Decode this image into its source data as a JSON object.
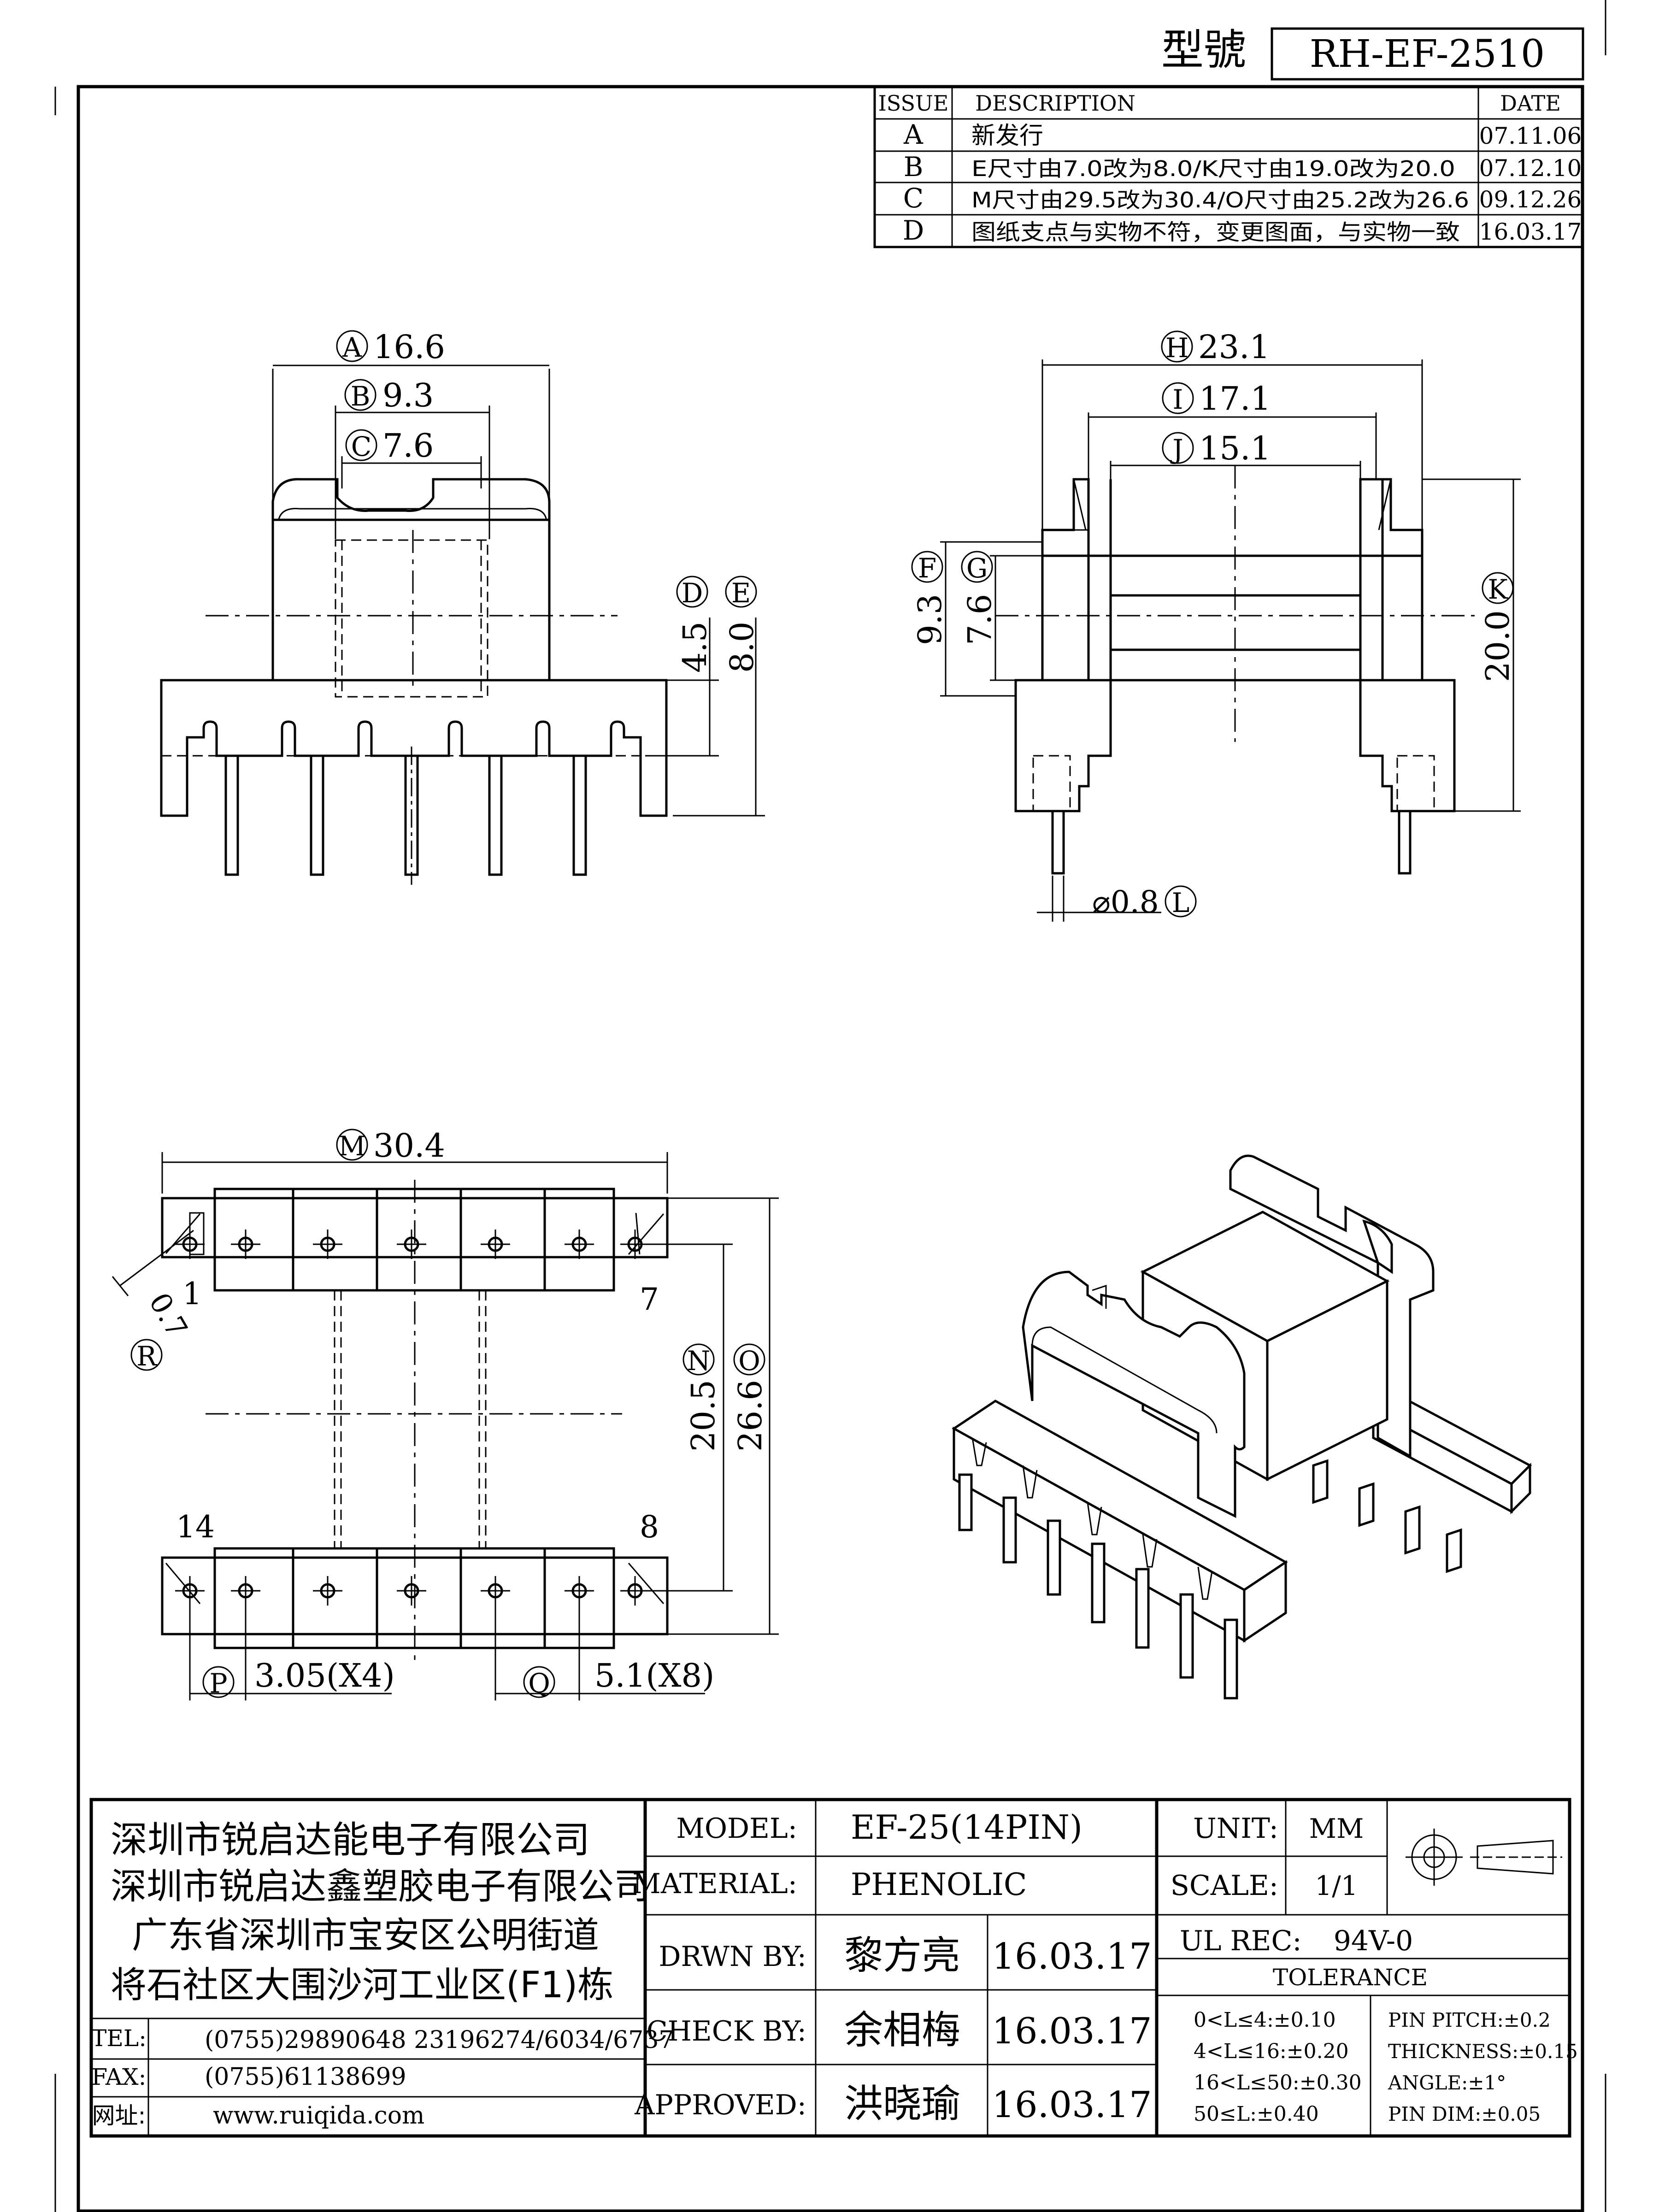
{
  "header": {
    "model_label": "型號",
    "model_number": "RH-EF-2510"
  },
  "revisions": {
    "headers": {
      "issue": "ISSUE",
      "description": "DESCRIPTION",
      "date": "DATE"
    },
    "rows": [
      {
        "issue": "A",
        "description": "新发行",
        "date": "07.11.06"
      },
      {
        "issue": "B",
        "description": "E尺寸由7.0改为8.0/K尺寸由19.0改为20.0",
        "date": "07.12.10"
      },
      {
        "issue": "C",
        "description": "M尺寸由29.5改为30.4/O尺寸由25.2改为26.6",
        "date": "09.12.26"
      },
      {
        "issue": "D",
        "description": "图纸支点与实物不符，变更图面，与实物一致",
        "date": "16.03.17"
      }
    ]
  },
  "dimensions": {
    "A": {
      "letter": "A",
      "value": "16.6"
    },
    "B": {
      "letter": "B",
      "value": "9.3"
    },
    "C": {
      "letter": "C",
      "value": "7.6"
    },
    "D": {
      "letter": "D",
      "value": "4.5"
    },
    "E": {
      "letter": "E",
      "value": "8.0"
    },
    "F": {
      "letter": "F",
      "value": "9.3"
    },
    "G": {
      "letter": "G",
      "value": "7.6"
    },
    "H": {
      "letter": "H",
      "value": "23.1"
    },
    "I": {
      "letter": "I",
      "value": "17.1"
    },
    "J": {
      "letter": "J",
      "value": "15.1"
    },
    "K": {
      "letter": "K",
      "value": "20.0"
    },
    "L": {
      "letter": "L",
      "value": "⌀0.8"
    },
    "M": {
      "letter": "M",
      "value": "30.4"
    },
    "N": {
      "letter": "N",
      "value": "20.5"
    },
    "O": {
      "letter": "O",
      "value": "26.6"
    },
    "P": {
      "letter": "P",
      "value": "3.05(X4)"
    },
    "Q": {
      "letter": "Q",
      "value": "5.1(X8)"
    },
    "R": {
      "letter": "R",
      "value": "0.7"
    }
  },
  "pin_labels": {
    "p1": "1",
    "p7": "7",
    "p8": "8",
    "p14": "14"
  },
  "company": {
    "lines": [
      "深圳市锐启达能电子有限公司",
      "深圳市锐启达鑫塑胶电子有限公司",
      "广东省深圳市宝安区公明街道",
      "将石社区大围沙河工业区(F1)栋"
    ],
    "tel_label": "TEL:",
    "tel": "(0755)29890648  23196274/6034/6737",
    "fax_label": "FAX:",
    "fax": "(0755)61138699",
    "web_label": "网址:",
    "web": "www.ruiqida.com"
  },
  "title_block": {
    "model_label": "MODEL:",
    "model": "EF-25(14PIN)",
    "material_label": "MATERIAL:",
    "material": "PHENOLIC",
    "unit_label": "UNIT:",
    "unit": "MM",
    "scale_label": "SCALE:",
    "scale": "1/1",
    "ul_label": "UL REC:",
    "ul": "94V-0",
    "drawn_label": "DRWN BY:",
    "drawn_by": "黎方亮",
    "drawn_date": "16.03.17",
    "check_label": "CHECK BY:",
    "check_by": "余相梅",
    "check_date": "16.03.17",
    "approved_label": "APPROVED:",
    "approved_by": "洪晓瑜",
    "approved_date": "16.03.17",
    "tolerance_title": "TOLERANCE",
    "tolerance_left": [
      "0<L≤4:±0.10",
      "4<L≤16:±0.20",
      "16<L≤50:±0.30",
      "50≤L:±0.40"
    ],
    "tolerance_right": [
      "PIN PITCH:±0.2",
      "THICKNESS:±0.15",
      "ANGLE:±1°",
      "PIN DIM:±0.05"
    ]
  }
}
